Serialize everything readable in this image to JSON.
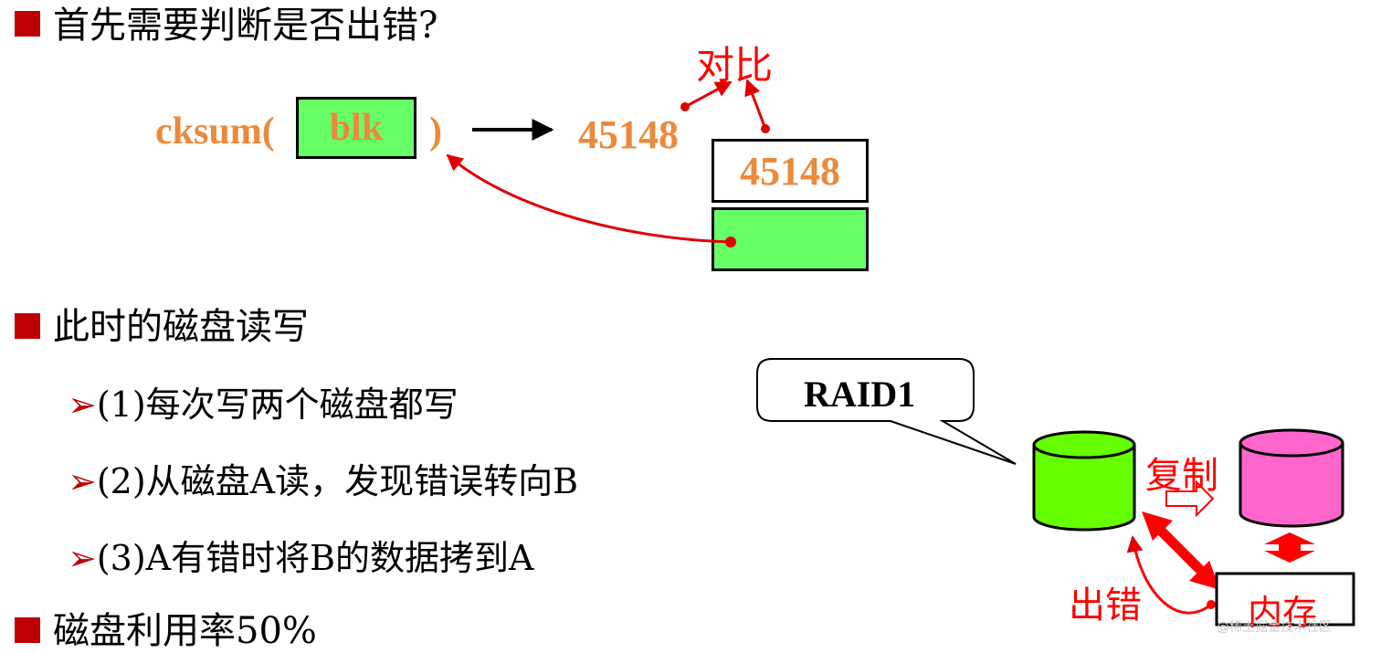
{
  "bullets": {
    "b1": "首先需要判断是否出错?",
    "b2": "此时的磁盘读写",
    "b3": "磁盘利用率50%"
  },
  "sub_bullets": {
    "marker": "➢",
    "s1": "(1)每次写两个磁盘都写",
    "s2": "(2)从磁盘A读，发现错误转向B",
    "s3": "(3)A有错时将B的数据拷到A"
  },
  "checksum": {
    "func_open": "cksum(",
    "arg": "blk",
    "func_close": ")",
    "result": "45148",
    "stored": "45148",
    "compare_label": "对比"
  },
  "raid": {
    "callout": "RAID1",
    "copy_label": "复制",
    "error_label": "出错",
    "memory_label": "内存"
  },
  "colors": {
    "accent_red": "#ff0000",
    "bullet_red": "#c00000",
    "orange": "#ec8a3c",
    "green": "#66ff66",
    "pink": "#ff66cc"
  },
  "watermark": "@稀土掘金技术社区"
}
